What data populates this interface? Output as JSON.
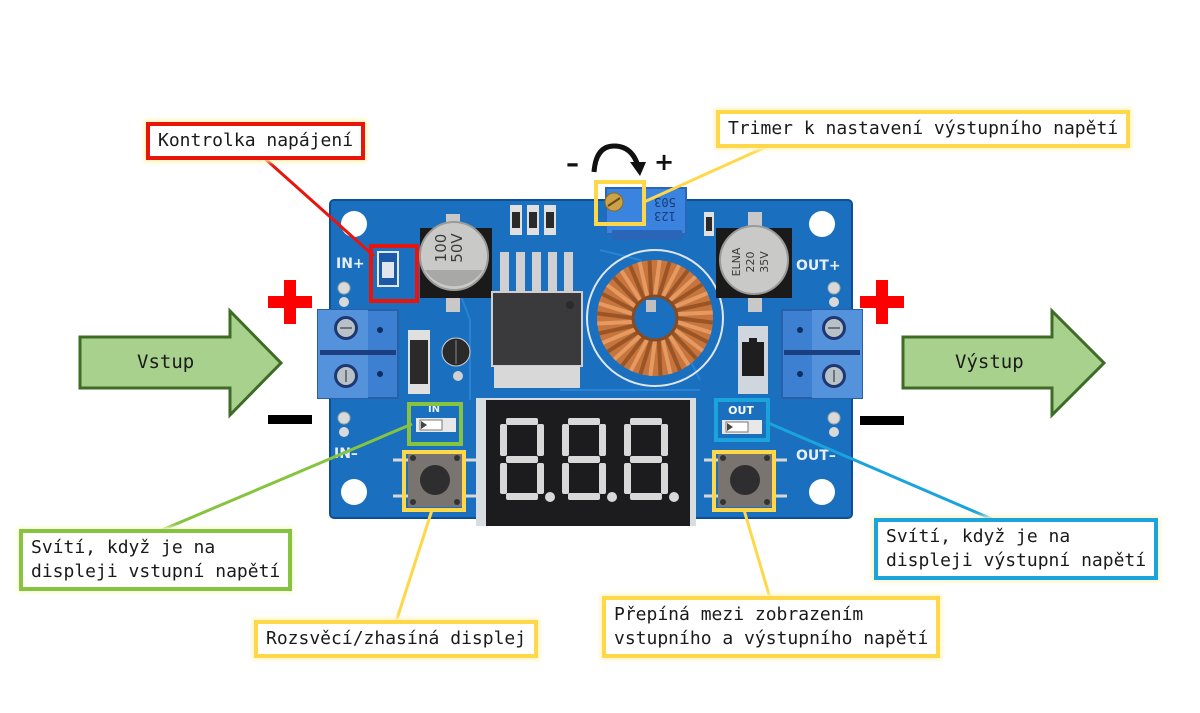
{
  "diagram": {
    "subject": "XL4015 DC-DC step-down buck converter module with voltmeter display",
    "colors": {
      "pcb": "#1a6fbf",
      "pcb_dark": "#0f5aa3",
      "terminal": "#3d7fd1",
      "arrow_fill": "#a9d18e",
      "arrow_stroke": "#3e6b25",
      "plus_sign": "#ff0000",
      "minus_sign": "#000000",
      "callout_red": "#e8150c",
      "callout_yellow": "#ffd84a",
      "callout_green": "#86c43f",
      "callout_blue": "#1ba4dc",
      "coil": "#c7743d",
      "display_bg": "#1c1c1e",
      "segment": "#d8d8d8"
    },
    "input_arrow": {
      "label": "Vstup",
      "plus": "+",
      "minus": "–"
    },
    "output_arrow": {
      "label": "Výstup",
      "plus": "+",
      "minus": "–"
    },
    "trimmer_rotation": {
      "minus": "–",
      "plus": "+"
    },
    "board_markings": {
      "in_plus": "IN+",
      "in_minus": "IN–",
      "out_plus": "OUT+",
      "out_minus": "OUT–",
      "led_in": "IN",
      "led_out": "OUT",
      "cap_in_value": "100",
      "cap_in_voltage": "50V",
      "cap_out_brand": "ELNA",
      "cap_out_value": "220",
      "cap_out_voltage": "35V",
      "trimmer_code_1": "503",
      "trimmer_code_2": "123",
      "display_digits": "8.8.8."
    },
    "callouts": {
      "power_led": {
        "text": "Kontrolka napájení"
      },
      "trimmer": {
        "text": "Trimer k nastavení výstupního napětí"
      },
      "in_led": {
        "line1": "Svítí, když je na",
        "line2": "displeji vstupní napětí"
      },
      "out_led": {
        "line1": "Svítí, když je na",
        "line2": "displeji výstupní napětí"
      },
      "left_button": {
        "text": "Rozsvěcí/zhasíná displej"
      },
      "right_button": {
        "line1": "Přepíná mezi zobrazením",
        "line2": "vstupního a výstupního napětí"
      }
    }
  }
}
